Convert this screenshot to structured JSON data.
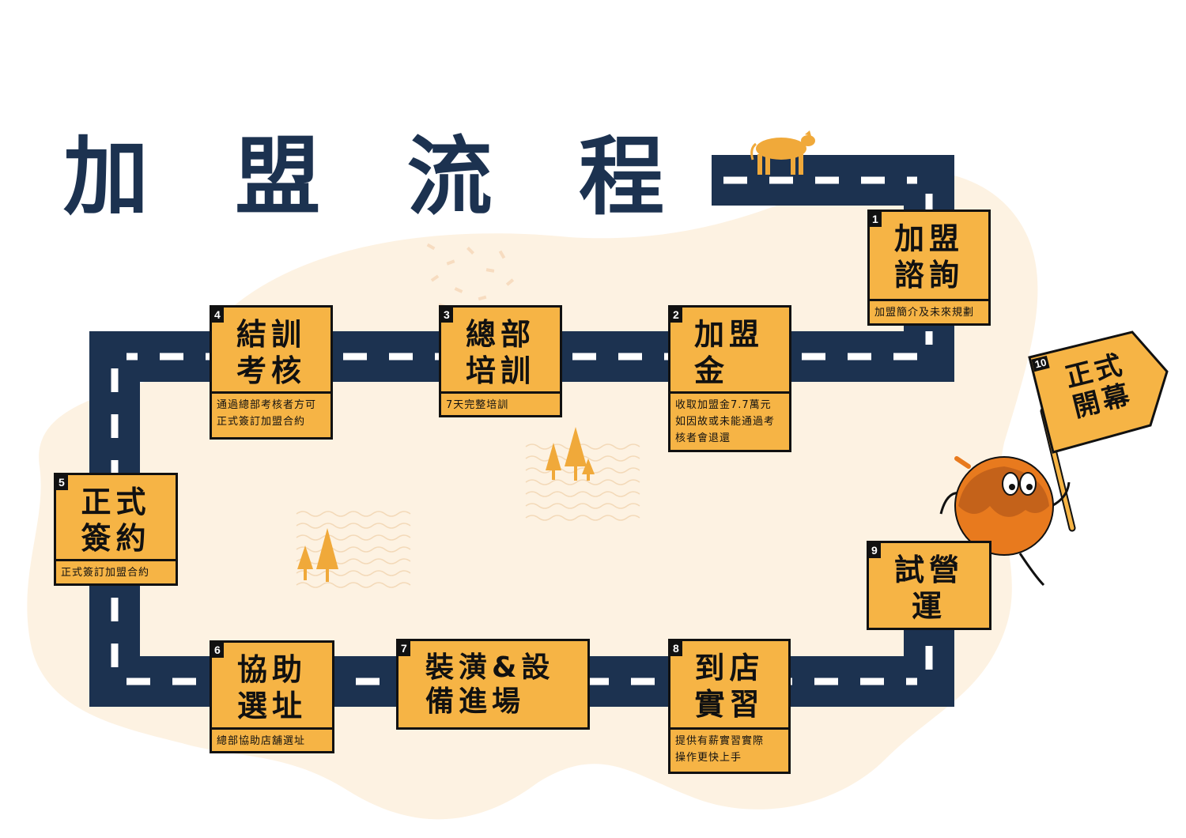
{
  "title": [
    "加",
    "盟",
    "流",
    "程"
  ],
  "colors": {
    "road": "#1c3250",
    "box": "#f6b445",
    "blob": "#fdf2e2",
    "accent": "#f0a93a",
    "mascot": "#e87a1e"
  },
  "steps": [
    {
      "num": "1",
      "label": "加盟\n諮詢",
      "desc": "加盟簡介及未來規劃"
    },
    {
      "num": "2",
      "label": "加盟\n金",
      "desc": "收取加盟金7.7萬元\n如因故或未能通過考\n核者會退還"
    },
    {
      "num": "3",
      "label": "總部\n培訓",
      "desc": "7天完整培訓"
    },
    {
      "num": "4",
      "label": "結訓\n考核",
      "desc": "通過總部考核者方可\n正式簽訂加盟合約"
    },
    {
      "num": "5",
      "label": "正式\n簽約",
      "desc": "正式簽訂加盟合約"
    },
    {
      "num": "6",
      "label": "協助\n選址",
      "desc": "總部協助店舖選址"
    },
    {
      "num": "7",
      "label": "裝潢&設\n備進場",
      "desc": ""
    },
    {
      "num": "8",
      "label": "到店\n實習",
      "desc": "提供有薪實習實際\n操作更快上手"
    },
    {
      "num": "9",
      "label": "試營\n運",
      "desc": ""
    },
    {
      "num": "10",
      "label": "正式\n開幕",
      "desc": ""
    }
  ],
  "icons": {
    "cow": "cow-icon",
    "tree": "tree-icon",
    "mascot": "donut-mascot-icon",
    "flag": "flag-icon"
  }
}
